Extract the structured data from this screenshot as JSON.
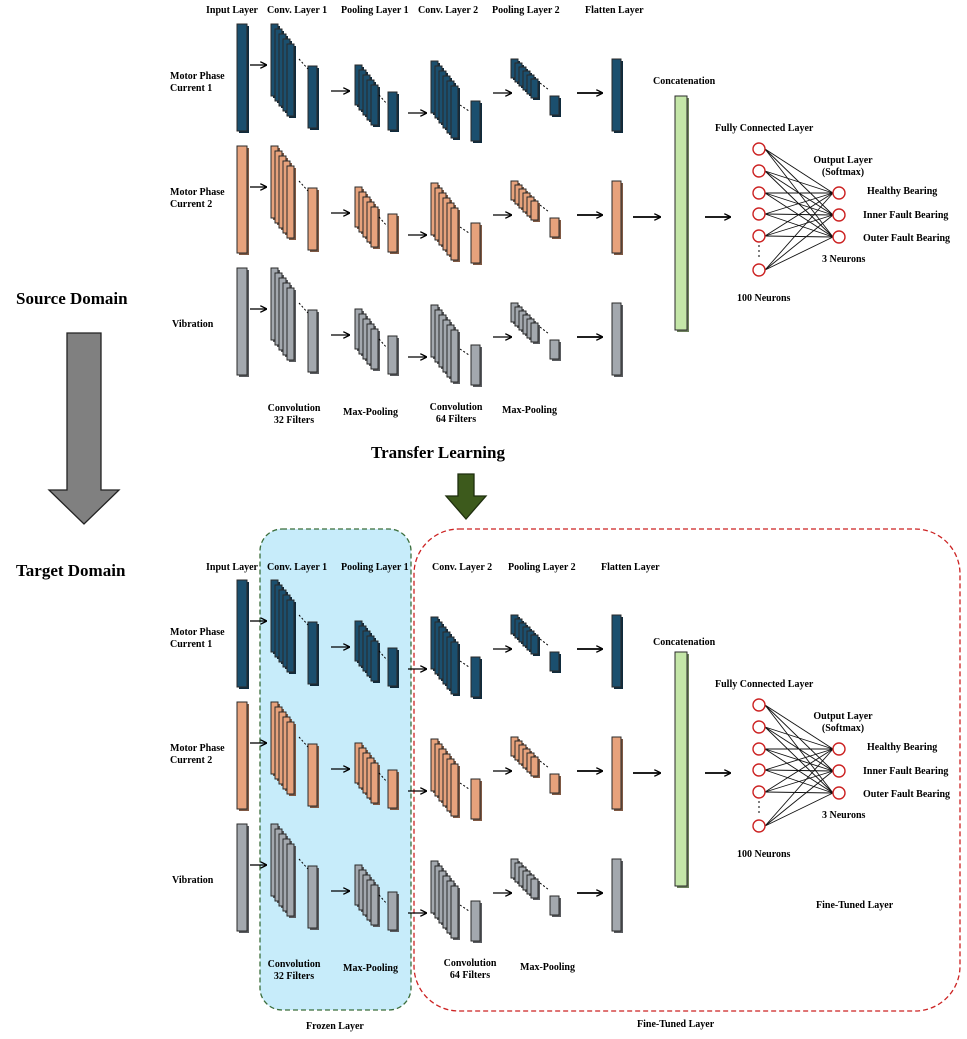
{
  "domains": {
    "source": "Source Domain",
    "target": "Target Domain",
    "transfer": "Transfer  Learning"
  },
  "headers": {
    "input": "Input  Layer",
    "conv1": "Conv. Layer 1",
    "pool1": "Pooling Layer 1",
    "conv2": "Conv. Layer 2",
    "pool2": "Pooling Layer 2",
    "flatten": "Flatten Layer",
    "concat": "Concatenation",
    "fc": "Fully Connected Layer",
    "output1": "Output Layer",
    "output2": "(Softmax)"
  },
  "inputs": {
    "mp1_line1": "Motor Phase",
    "mp1_line2": "Current  1",
    "mp2_line1": "Motor Phase",
    "mp2_line2": "Current  2",
    "vib": "Vibration"
  },
  "captions": {
    "conv32_line1": "Convolution",
    "conv32_line2": "32 Filters",
    "conv64_line1": "Convolution",
    "conv64_line2": "64 Filters",
    "maxpool": "Max-Pooling"
  },
  "outputs": {
    "healthy": "Healthy Bearing",
    "inner": "Inner Fault Bearing",
    "outer": "Outer Fault Bearing",
    "neurons3": "3 Neurons",
    "neurons100": "100 Neurons"
  },
  "regions": {
    "frozen": "Frozen Layer",
    "finetuned": "Fine-Tuned Layer"
  },
  "colors": {
    "mp1": "#1b4f6e",
    "mp2": "#e7a27c",
    "vib": "#a3a8ae",
    "concat": "#c4e6a8",
    "frozen_fill": "#c7ecfa",
    "frozen_border": "#3b6e3b",
    "finetuned_border": "#cc2222",
    "neuron": "#cc2222",
    "gray_arrow": "#808080",
    "green_arrow": "#3d5a1c"
  }
}
